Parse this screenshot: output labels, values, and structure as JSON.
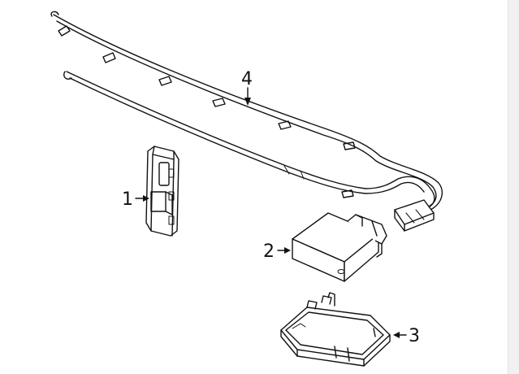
{
  "callouts": [
    {
      "id": "1",
      "label": "1"
    },
    {
      "id": "2",
      "label": "2"
    },
    {
      "id": "3",
      "label": "3"
    },
    {
      "id": "4",
      "label": "4"
    }
  ],
  "colors": {
    "line": "#111111",
    "background": "#ffffff",
    "scrollbar": "#f1f1f1"
  }
}
